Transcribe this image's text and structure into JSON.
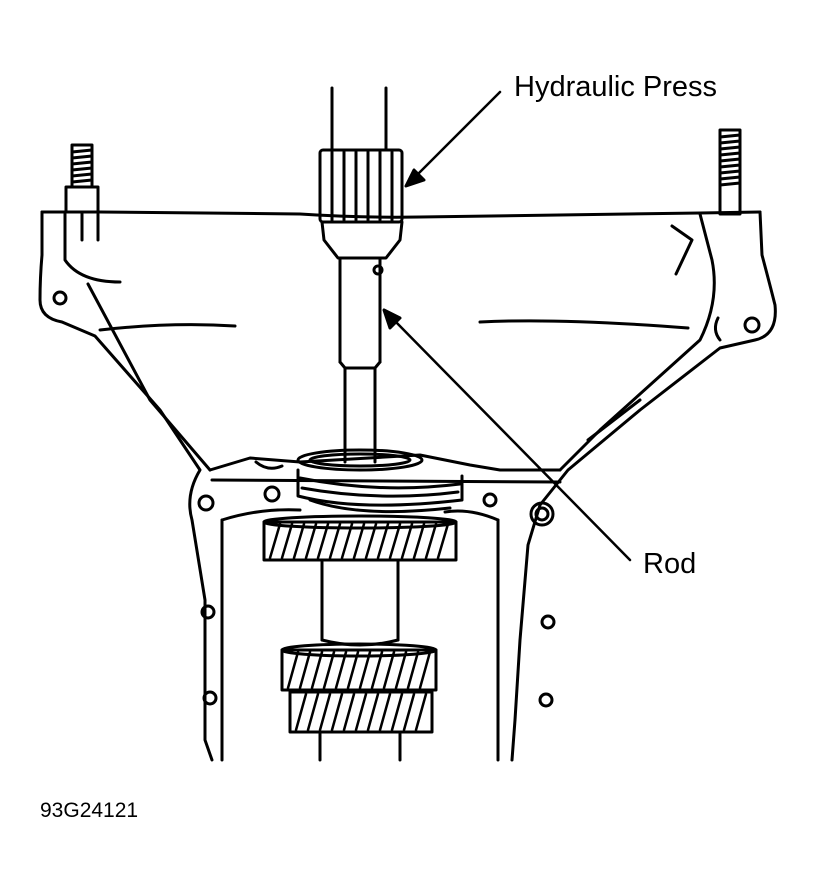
{
  "labels": {
    "hydraulic_press": "Hydraulic Press",
    "rod": "Rod"
  },
  "figure_id": "93G24121",
  "colors": {
    "ink": "#000000",
    "paper": "#ffffff"
  }
}
